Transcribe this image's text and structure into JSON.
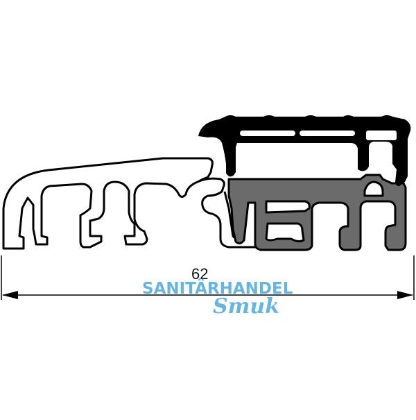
{
  "drawing": {
    "type": "profile-cross-section",
    "dimension": {
      "value_label": "62",
      "orientation": "horizontal",
      "arrows": "both-ends"
    },
    "parts": [
      {
        "name": "aluminium-base-profile",
        "fill": "#ffffff",
        "outline": "#000000"
      },
      {
        "name": "thermal-break-insert",
        "fill": "#6b6b6b",
        "outline": "#000000"
      },
      {
        "name": "top-cover-profile",
        "fill": "#000000",
        "outline": "#000000"
      }
    ]
  },
  "watermark": {
    "line1": "SANITÄRHANDEL",
    "line2": "Smuk",
    "color": "#5aaee0"
  }
}
